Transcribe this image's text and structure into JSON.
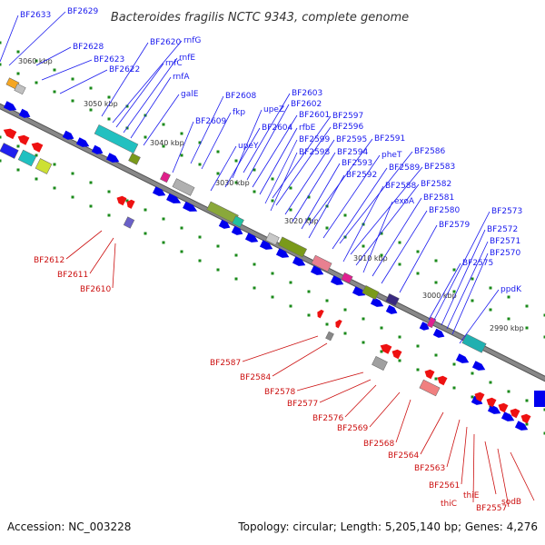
{
  "title": "Bacteroides fragilis NCTC 9343, complete genome",
  "footer": {
    "accession": "Accession: NC_003228",
    "summary": "Topology: circular; Length: 5,205,140 bp; Genes: 4,276"
  },
  "colors": {
    "forward_gene": "#0000ee",
    "reverse_gene": "#ee1111",
    "upper_labels": "#1a1aee",
    "lower_labels": "#cc1111",
    "backbone": "#888888",
    "tick_marks": "#1a8a1a"
  },
  "kbp_ticks": [
    "3060 kbp",
    "3050 kbp",
    "3040 kbp",
    "3030 kbp",
    "3020 kbp",
    "3010 kbp",
    "3000 kbp",
    "2990 kbp"
  ],
  "upper_labels": [
    "BF2633",
    "BF2629",
    "BF2628",
    "BF2620",
    "rnfG",
    "BF2623",
    "rnfC",
    "rnfE",
    "BF2622",
    "rnfA",
    "galE",
    "BF2608",
    "BF2609",
    "fkp",
    "BF2603",
    "BF2602",
    "upeZ",
    "BF2601",
    "BF2597",
    "BF2604",
    "rfbE",
    "BF2596",
    "upeY",
    "BF2599",
    "BF2595",
    "BF2591",
    "BF2598",
    "BF2594",
    "pheT",
    "BF2586",
    "BF2593",
    "BF2589",
    "BF2583",
    "BF2592",
    "BF2588",
    "BF2582",
    "exoA",
    "BF2581",
    "BF2580",
    "BF2579",
    "BF2573",
    "BF2572",
    "BF2571",
    "BF2570",
    "BF2575",
    "ppdK"
  ],
  "lower_labels": [
    "BF2612",
    "BF2611",
    "BF2610",
    "BF2587",
    "BF2584",
    "BF2578",
    "BF2577",
    "BF2576",
    "BF2569",
    "BF2568",
    "BF2564",
    "BF2563",
    "BF2561",
    "thiC",
    "thiE",
    "BF2557",
    "sodB"
  ]
}
